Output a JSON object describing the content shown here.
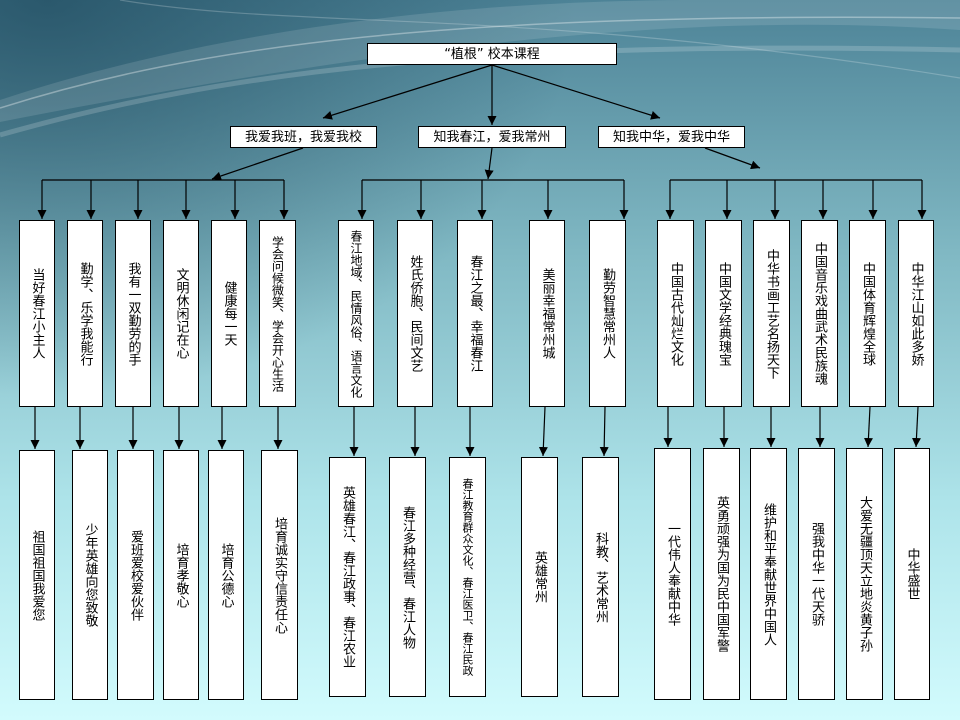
{
  "tree": {
    "root": "“植根” 校本课程",
    "branches": [
      {
        "label": "我爱我班，我爱我校",
        "topics": [
          {
            "title": "当好春江小主人",
            "goal": "祖国祖国我爱您"
          },
          {
            "title": "勤学、乐学我能行",
            "goal": "少年英雄向您致敬"
          },
          {
            "title": "我有一双勤劳的手",
            "goal": "爱班爱校爱伙伴"
          },
          {
            "title": "文明休闲记在心",
            "goal": "培育孝敬心"
          },
          {
            "title": "健康每一天",
            "goal": "培育公德心"
          },
          {
            "title": "学会问候微笑、学会开心生活",
            "goal": "培育诚实守信责任心"
          }
        ]
      },
      {
        "label": "知我春江，爱我常州",
        "topics": [
          {
            "title": "春江地域、民情风俗、语言文化",
            "goal": "英雄春江、春江政事、春江农业"
          },
          {
            "title": "姓氏侨胞、民间文艺",
            "goal": "春江多种经营、春江人物"
          },
          {
            "title": "春江之最、幸福春江",
            "goal": "春江教育群众文化、春江医卫、春江民政"
          },
          {
            "title": "美丽幸福常州城",
            "goal": "英雄常州"
          },
          {
            "title": "勤劳智慧常州人",
            "goal": "科教、艺术常州"
          }
        ]
      },
      {
        "label": "知我中华，爱我中华",
        "topics": [
          {
            "title": "中国古代灿烂文化",
            "goal": "一代伟人奉献中华"
          },
          {
            "title": "中国文学经典瑰宝",
            "goal": "英勇顽强为国为民中国军警"
          },
          {
            "title": "中华书画工艺名扬天下",
            "goal": "维护和平奉献世界中国人"
          },
          {
            "title": "中国音乐戏曲武术民族魂",
            "goal": "强我中华一代天骄"
          },
          {
            "title": "中国体育辉煌全球",
            "goal": "大爱无疆顶天立地炎黄子孙"
          },
          {
            "title": "中华江山如此多娇",
            "goal": "中华盛世"
          }
        ]
      }
    ]
  },
  "colors": {
    "box_fill": "#ffffff",
    "box_border": "#000000",
    "connector": "#000000",
    "background_top": "#4d8397",
    "background_bottom": "#d2fbfd"
  }
}
